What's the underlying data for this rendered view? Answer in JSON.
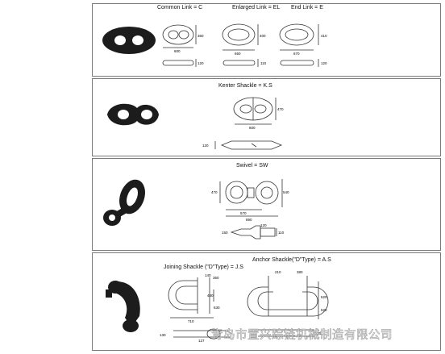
{
  "panels": [
    {
      "items": [
        {
          "title": "Common Link = C",
          "dims": [
            "600",
            "360",
            "120"
          ]
        },
        {
          "title": "Enlarged Link = EL",
          "dims": [
            "650",
            "400",
            "110"
          ]
        },
        {
          "title": "End Link = E",
          "dims": [
            "670",
            "410",
            "120"
          ]
        }
      ]
    },
    {
      "items": [
        {
          "title": "Kenter Shackle = K.S",
          "dims": [
            "470",
            "600",
            "120"
          ]
        }
      ]
    },
    {
      "items": [
        {
          "title": "Swivel = SW",
          "dims": [
            "470",
            "540",
            "570",
            "890",
            "120",
            "110",
            "150"
          ]
        }
      ]
    },
    {
      "items": [
        {
          "title": "Joining Shackle (\"D\"Type) = J.S",
          "dims": [
            "140",
            "360",
            "480",
            "630",
            "710",
            "130",
            "127"
          ]
        },
        {
          "title": "Anchor Shackle(\"D\"Type) = A.S",
          "dims": [
            "210",
            "380",
            "520",
            "520",
            "125"
          ]
        }
      ]
    }
  ],
  "watermark": "青岛市置兴踪链机械制造有限公司",
  "colors": {
    "border": "#7a7a7a",
    "metal": "#1c1c1c",
    "line": "#333333"
  }
}
